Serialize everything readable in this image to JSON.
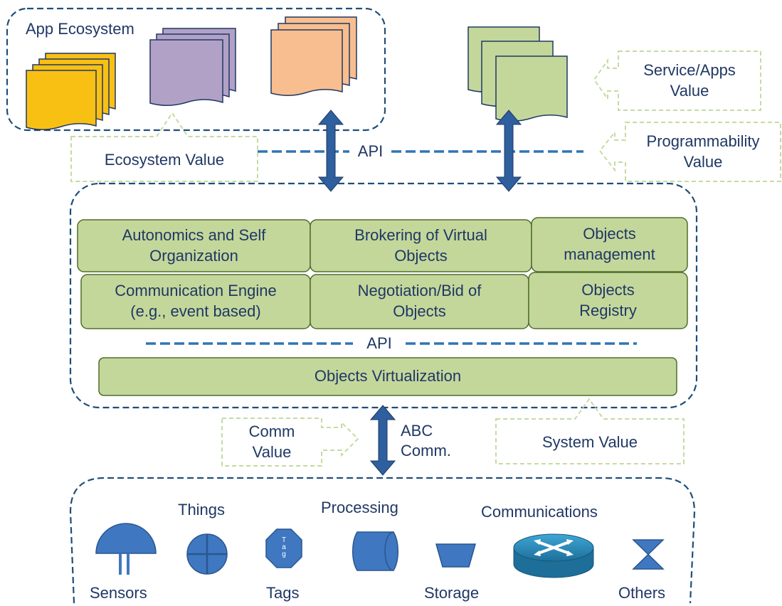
{
  "app_ecosystem": {
    "title": "App Ecosystem"
  },
  "values": {
    "ecosystem": "Ecosystem Value",
    "service_apps": "Service/Apps\nValue",
    "programmability": "Programmability\nValue",
    "comm": "Comm\nValue",
    "system": "System Value"
  },
  "api": {
    "top": "API",
    "middle": "API"
  },
  "abc_comm": "ABC\nComm.",
  "modules": [
    {
      "label": "Autonomics and Self\nOrganization"
    },
    {
      "label": "Brokering of Virtual\nObjects"
    },
    {
      "label": "Objects\nmanagement"
    },
    {
      "label": "Communication Engine\n(e.g., event based)"
    },
    {
      "label": "Negotiation/Bid of\nObjects"
    },
    {
      "label": "Objects\nRegistry"
    }
  ],
  "virtualization": "Objects Virtualization",
  "bottom": {
    "things": "Things",
    "processing": "Processing",
    "communications": "Communications",
    "sensors": "Sensors",
    "tags": "Tags",
    "storage": "Storage",
    "others": "Others",
    "tag_glyph": "T\na\ng"
  },
  "colors": {
    "border": "#1f4e79",
    "green_fill": "#c4d79b",
    "green_stroke": "#4e6e2a",
    "arrow": "#2e5f9e",
    "icon": "#3f78c1",
    "dashed_light": "#c5dba2",
    "doc_yellow": "#f9c014",
    "doc_purple": "#b2a1c7",
    "doc_orange": "#f9be8f"
  }
}
